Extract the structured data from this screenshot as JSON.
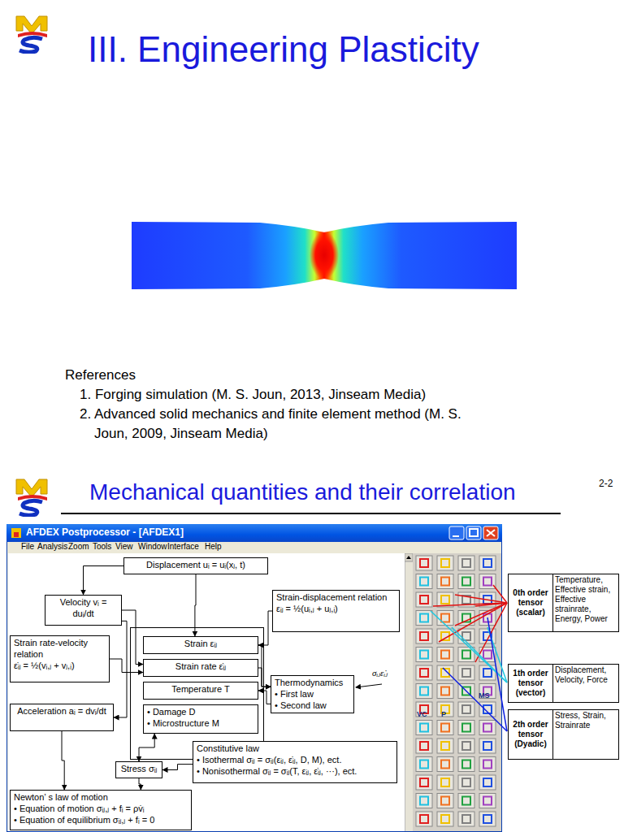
{
  "diagram": {
    "title": "III. Engineering Plasticity",
    "nodes": [
      {
        "text": [
          "Displacement uᵢ = uᵢ(xⱼ, t)"
        ]
      },
      {
        "text": [
          "Velocity vᵢ = duᵢ/dt"
        ]
      },
      {
        "text": [
          "Strain-displacement relation",
          "εᵢⱼ = ½(uᵢ,ⱼ + uⱼ,ᵢ)"
        ]
      },
      {
        "text": [
          "Strain rate-velocity relation",
          "ε̇ᵢⱼ = ½(vᵢ,ⱼ + vⱼ,ᵢ)"
        ]
      },
      {
        "text": [
          "Strain εᵢⱼ"
        ]
      },
      {
        "text": [
          "Strain rate ε̇ᵢⱼ"
        ]
      },
      {
        "text": [
          "Temperature T"
        ]
      },
      {
        "text": [
          "• Damage D",
          "• Microstructure M"
        ]
      },
      {
        "text": [
          "Thermodynamics",
          "• First law",
          "• Second law"
        ]
      },
      {
        "text": [
          "Acceleration aᵢ = dvᵢ/dt"
        ]
      },
      {
        "text": [
          "Constitutive law",
          "• Isothermal σᵢⱼ = σᵢⱼ(εᵢⱼ, ε̇ᵢⱼ, D, M), ect.",
          "• Nonisothermal σᵢⱼ = σᵢⱼ(T, εᵢⱼ, ε̇ᵢⱼ, ···), ect."
        ]
      },
      {
        "text": [
          "Stress σᵢⱼ"
        ]
      },
      {
        "text": [
          "Newton’ s law of motion",
          "• Equation of motion σᵢⱼ,ⱼ + fᵢ = ρv̇ᵢ",
          "• Equation of equilibrium σᵢⱼ,ⱼ + fᵢ = 0"
        ]
      }
    ],
    "edges": [
      {
        "from": 0,
        "to": 1,
        "arrow": "to"
      },
      {
        "from": 0,
        "to": 4,
        "arrow": "to"
      },
      {
        "from": 2,
        "to": 4,
        "arrow": "to"
      },
      {
        "from": 1,
        "to": 5,
        "arrow": "to"
      },
      {
        "from": 3,
        "to": 5,
        "arrow": "to"
      },
      {
        "from": 1,
        "to": 9,
        "arrow": "to"
      },
      {
        "from": 4,
        "to": 8,
        "arrow": "to"
      },
      {
        "from": 5,
        "to": 8,
        "arrow": "to"
      },
      {
        "from": 8,
        "to": 6,
        "arrow": "to"
      },
      {
        "from": 10,
        "to": 11,
        "arrow": "to"
      },
      {
        "from": 7,
        "to": 11,
        "arrow": "both"
      },
      {
        "from": 11,
        "to": 12,
        "arrow": "to"
      },
      {
        "from": 9,
        "to": 12,
        "arrow": "to"
      }
    ],
    "labels": [
      "References",
      "1. Forging simulation (M. S. Joun, 2013, Jinseam Media)",
      "2. Advanced solid mechanics and finite element method (M. S. Joun, 2009, Jinseam Media)",
      "Mechanical quantities and their correlation",
      "2-2",
      "AFDEX Postprocessor - [AFDEX1]",
      "File",
      "Analysis",
      "Zoom",
      "Tools",
      "View",
      "Window",
      "Interface",
      "Help",
      "σᵢⱼε̇ᵢⱼ",
      "0th order tensor (scalar)",
      "Temperature, Effective strain, Effective strainrate, Energy, Power",
      "1th order tensor (vector)",
      "Displacement, Velocity, Force",
      "2th order tensor (Dyadic)",
      "Stress, Strain, Strainrate",
      "MS",
      "VC",
      "P"
    ]
  }
}
